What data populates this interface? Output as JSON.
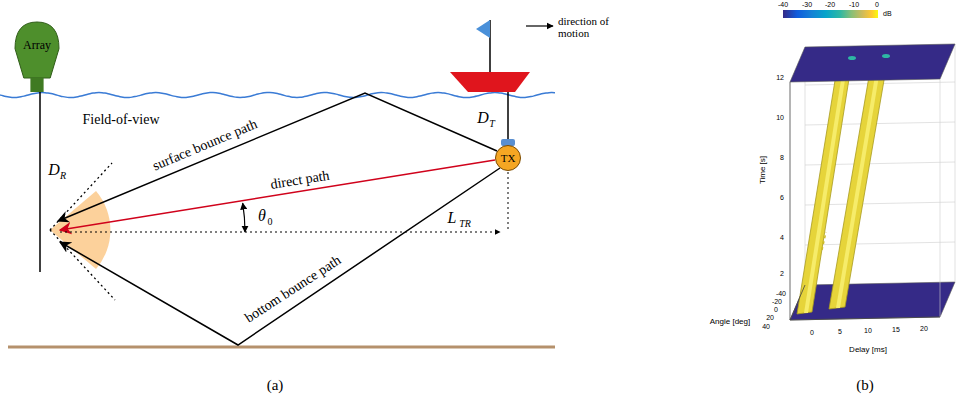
{
  "diagram": {
    "nodes": [
      {
        "text": [
          "Array"
        ]
      },
      {
        "text": [
          "TX"
        ]
      }
    ],
    "labels": [
      "direction of motion",
      "Field-of-view",
      "surface bounce path",
      "direct path",
      "bottom bounce path",
      "D",
      "R",
      "D",
      "T",
      "θ",
      "0",
      "L",
      "TR",
      "(a)",
      "(b)",
      "-40",
      "-30",
      "-20",
      "-10",
      "0",
      "dB",
      "Time [s]",
      "12",
      "10",
      "8",
      "6",
      "4",
      "2",
      "Angle [deg]",
      "-40",
      "-20",
      "0",
      "20",
      "40",
      "Delay [ms]",
      "0",
      "5",
      "10",
      "15",
      "20"
    ]
  }
}
